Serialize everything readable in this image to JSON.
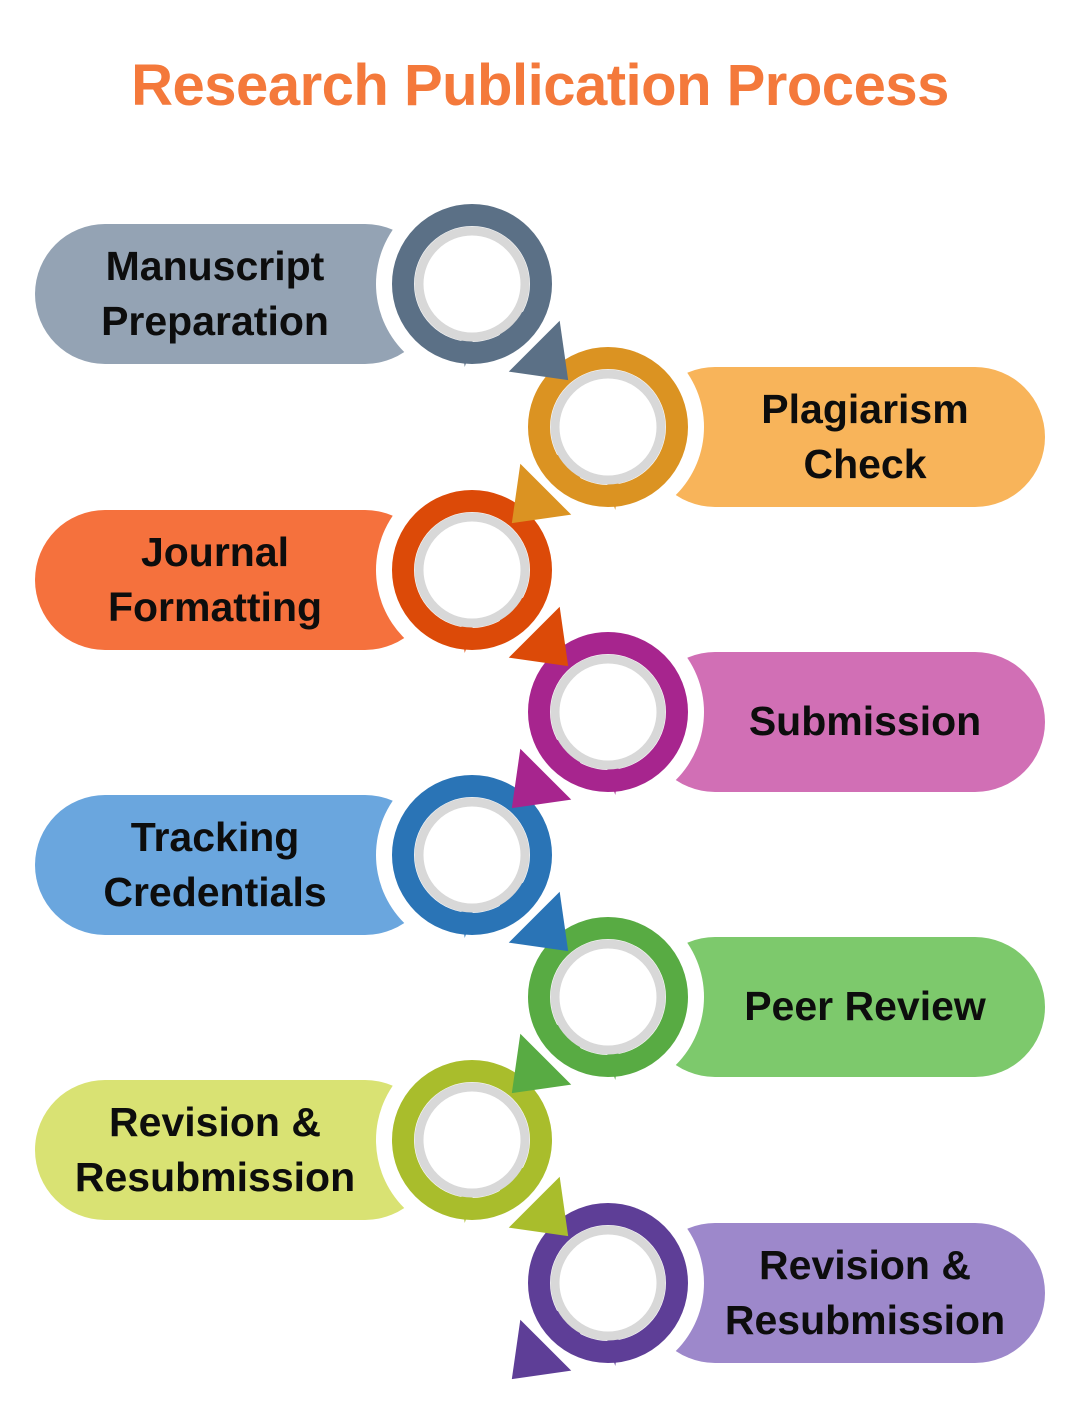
{
  "title": {
    "text": "Research Publication Process",
    "color": "#F4793B"
  },
  "background": "#FFFFFF",
  "inner_ring_color": "#D8D8D8",
  "steps": [
    {
      "label": "Manuscript Preparation",
      "side": "left",
      "pill_color": "#94A3B4",
      "ring_color": "#5B7086"
    },
    {
      "label": "Plagiarism Check",
      "side": "right",
      "pill_color": "#F8B45A",
      "ring_color": "#DB9322"
    },
    {
      "label": "Journal Formatting",
      "side": "left",
      "pill_color": "#F5713D",
      "ring_color": "#DC4A08"
    },
    {
      "label": "Submission",
      "side": "right",
      "pill_color": "#D16FB5",
      "ring_color": "#A7258E"
    },
    {
      "label": "Tracking Credentials",
      "side": "left",
      "pill_color": "#6AA6DE",
      "ring_color": "#2A74B6"
    },
    {
      "label": "Peer Review",
      "side": "right",
      "pill_color": "#7DC96C",
      "ring_color": "#58AB43"
    },
    {
      "label": "Revision & Resubmission",
      "side": "left",
      "pill_color": "#D9E273",
      "ring_color": "#A9BD2C"
    },
    {
      "label": "Revision & Resubmission",
      "side": "right",
      "pill_color": "#9D88CB",
      "ring_color": "#5E3E97"
    }
  ]
}
